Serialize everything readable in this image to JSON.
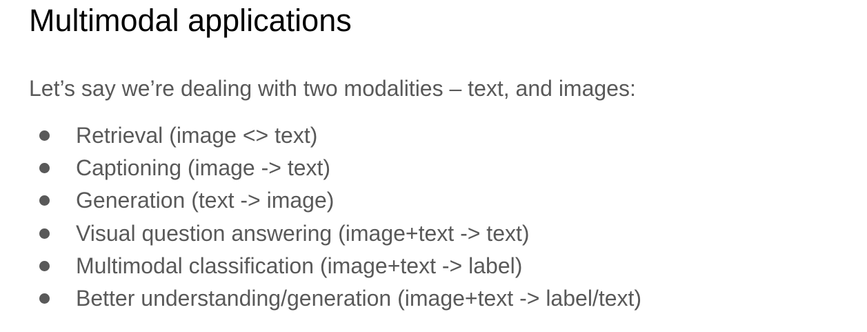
{
  "slide": {
    "title": "Multimodal applications",
    "intro": "Let’s say we’re dealing with two modalities – text, and images:",
    "bullets": [
      "Retrieval (image <> text)",
      "Captioning (image -> text)",
      "Generation (text -> image)",
      "Visual question answering (image+text -> text)",
      "Multimodal classification (image+text -> label)",
      "Better understanding/generation (image+text -> label/text)"
    ]
  },
  "colors": {
    "title": "#000000",
    "body": "#595959",
    "background": "#ffffff"
  }
}
